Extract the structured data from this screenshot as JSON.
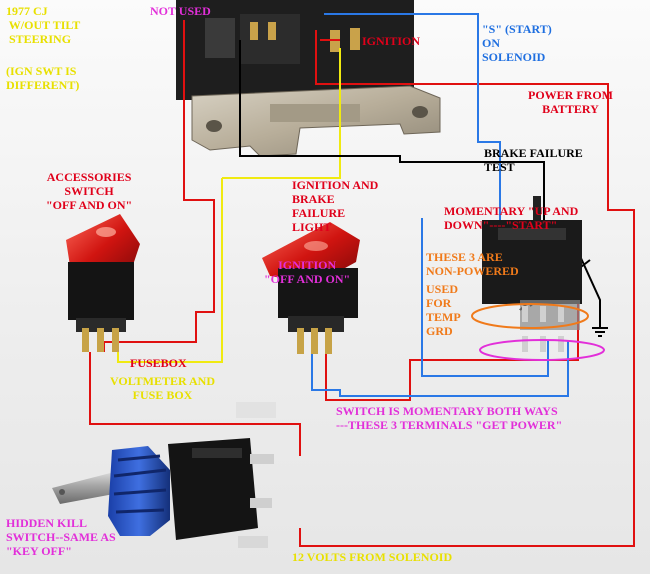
{
  "colors": {
    "yellow_label": "#e8e000",
    "red_label": "#e0001a",
    "blue_label": "#1f6fe0",
    "black_label": "#000000",
    "orange_label": "#f07a1a",
    "magenta_highlight": "#e22fd9",
    "wire_red": "#e01010",
    "wire_blue": "#2a78e6",
    "wire_yellow": "#f0ea10",
    "wire_black": "#000000"
  },
  "icons": [
    "ignition-switch-body",
    "rocker-switch",
    "toggle-switch",
    "ground-symbol"
  ],
  "labels": {
    "title": "1977 CJ\n W/OUT TILT\n STEERING",
    "ign_note": "(IGN SWT IS\nDIFFERENT)",
    "not_used": "NOT USED",
    "ignition_top": "IGNITION",
    "start_solenoid": "\"S\" (START)\nON\nSOLENOID",
    "power_battery": "POWER FROM\nBATTERY",
    "brake_failure_test": "BRAKE FAILURE\nTEST",
    "accessories": "ACCESSORIES\nSWITCH\n\"OFF AND ON\"",
    "ignition_brake": "IGNITION AND\nBRAKE\nFAILURE\nLIGHT",
    "ignition_off_on": "IGNITION\n\"OFF AND ON\"",
    "momentary": "MOMENTARY \"UP AND\nDOWN\"----\"START\"",
    "non_powered": "THESE 3 ARE\nNON-POWERED",
    "temp_grd": "USED\nFOR\nTEMP\nGRD",
    "fusebox": "FUSEBOX",
    "voltmeter": "VOLTMETER AND\nFUSE BOX",
    "momentary_both": "SWITCH IS MOMENTARY BOTH WAYS\n---THESE 3 TERMINALS \"GET POWER\"",
    "kill_switch": "HIDDEN KILL\nSWITCH--SAME AS\n\"KEY OFF\"",
    "twelve_volts": "12 VOLTS FROM SOLENOID"
  }
}
